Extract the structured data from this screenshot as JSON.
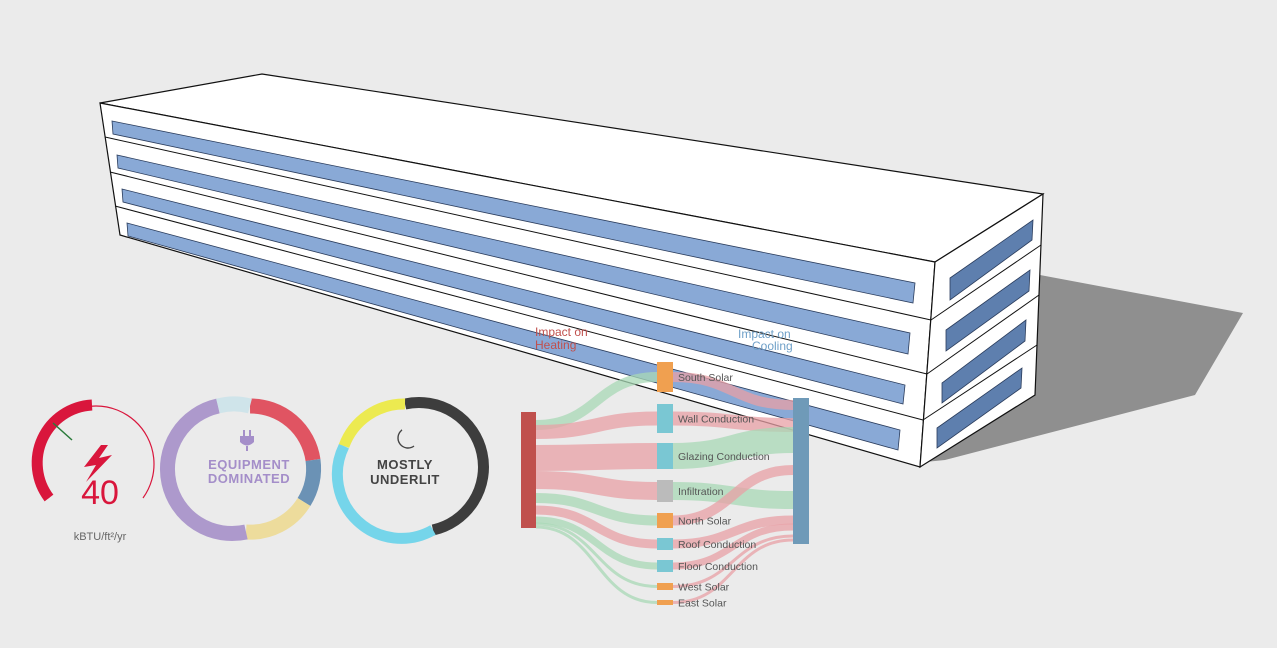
{
  "eui": {
    "value": "40",
    "unit": "kBTU/ft²/yr",
    "gauge_fraction": 0.62
  },
  "equipment": {
    "line1": "EQUIPMENT",
    "line2": "DOMINATED",
    "icon": "plug-icon"
  },
  "lighting": {
    "line1": "MOSTLY",
    "line2": "UNDERLIT",
    "icon": "moon-icon"
  },
  "sankey": {
    "heating_label": [
      "Impact on",
      "Heating"
    ],
    "cooling_label": [
      "Impact on",
      "Cooling"
    ],
    "nodes": [
      {
        "name": "South Solar",
        "color": "#f0a050"
      },
      {
        "name": "Wall Conduction",
        "color": "#7ac7d3"
      },
      {
        "name": "Glazing Conduction",
        "color": "#7ac7d3"
      },
      {
        "name": "Infiltration",
        "color": "#bbbbbb"
      },
      {
        "name": "North Solar",
        "color": "#f0a050"
      },
      {
        "name": "Roof Conduction",
        "color": "#7ac7d3"
      },
      {
        "name": "Floor Conduction",
        "color": "#7ac7d3"
      },
      {
        "name": "West Solar",
        "color": "#f0a050"
      },
      {
        "name": "East Solar",
        "color": "#f0a050"
      }
    ],
    "colors": {
      "heating": "#c0504d",
      "cooling": "#6f9ab8",
      "gain": "#e8a0a5",
      "loss": "#a8d8b5"
    }
  }
}
